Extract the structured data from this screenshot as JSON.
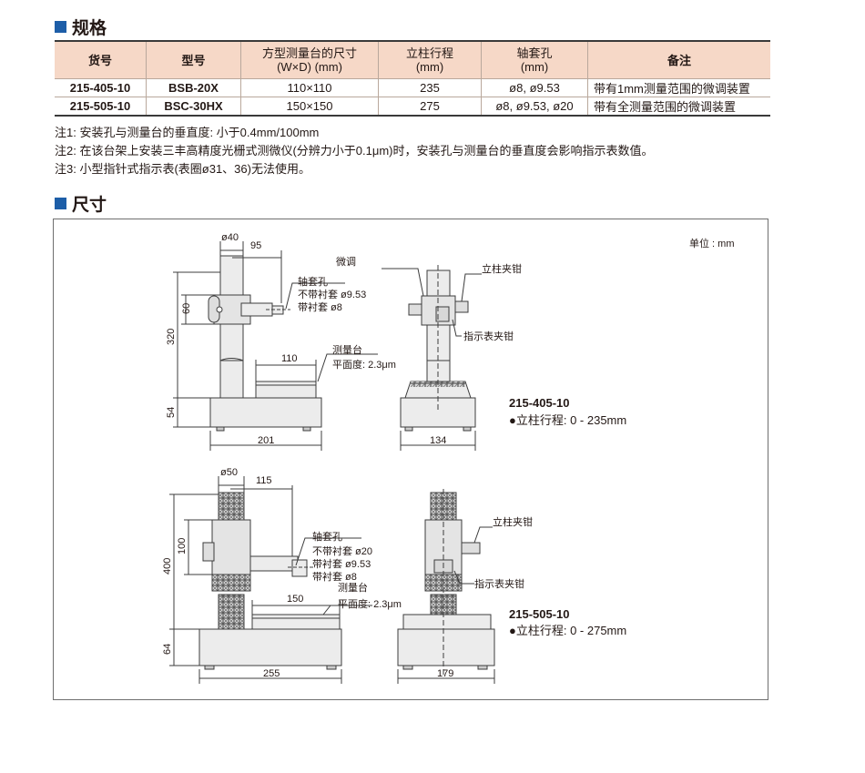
{
  "spec_heading": "规格",
  "dim_heading": "尺寸",
  "table": {
    "headers": [
      "货号",
      "型号",
      "方型测量台的尺寸\n(W×D) (mm)",
      "立柱行程\n(mm)",
      "轴套孔\n(mm)",
      "备注"
    ],
    "rows": [
      [
        "215-405-10",
        "BSB-20X",
        "110×110",
        "235",
        "ø8, ø9.53",
        "带有1mm测量范围的微调装置"
      ],
      [
        "215-505-10",
        "BSC-30HX",
        "150×150",
        "275",
        "ø8, ø9.53, ø20",
        "带有全测量范围的微调装置"
      ]
    ]
  },
  "notes": [
    "注1: 安装孔与测量台的垂直度: 小于0.4mm/100mm",
    "注2: 在该台架上安装三丰高精度光栅式测微仪(分辨力小于0.1μm)时，安装孔与测量台的垂直度会影响指示表数值。",
    "注3: 小型指针式指示表(表圈ø31、36)无法使用。"
  ],
  "diagram": {
    "unit": "单位 : mm",
    "top": {
      "d_column": "ø40",
      "d_arm": "95",
      "d_60": "60",
      "d_320": "320",
      "d_54": "54",
      "d_110": "110",
      "d_201": "201",
      "d_134": "134",
      "bore": "轴套孔",
      "no_bush": "不带衬套  ø9.53",
      "with_bush": "带衬套  ø8",
      "table_lbl": "测量台",
      "flat": "平面度: 2.3μm",
      "fine": "微调",
      "col_clamp": "立柱夹钳",
      "ind_clamp": "指示表夹钳",
      "model": "215-405-10",
      "stroke": "●立柱行程: 0 - 235mm"
    },
    "bottom": {
      "d_column": "ø50",
      "d_arm": "115",
      "d_100": "100",
      "d_400": "400",
      "d_64": "64",
      "d_150": "150",
      "d_255": "255",
      "d_179": "179",
      "bore": "轴套孔",
      "no_bush": "不带衬套  ø20",
      "with_bush1": "带衬套  ø9.53",
      "with_bush2": "带衬套  ø8",
      "table_lbl": "测量台",
      "flat": "平面度: 2.3μm",
      "col_clamp": "立柱夹钳",
      "ind_clamp": "指示表夹钳",
      "model": "215-505-10",
      "stroke": "●立柱行程: 0 - 275mm"
    }
  }
}
